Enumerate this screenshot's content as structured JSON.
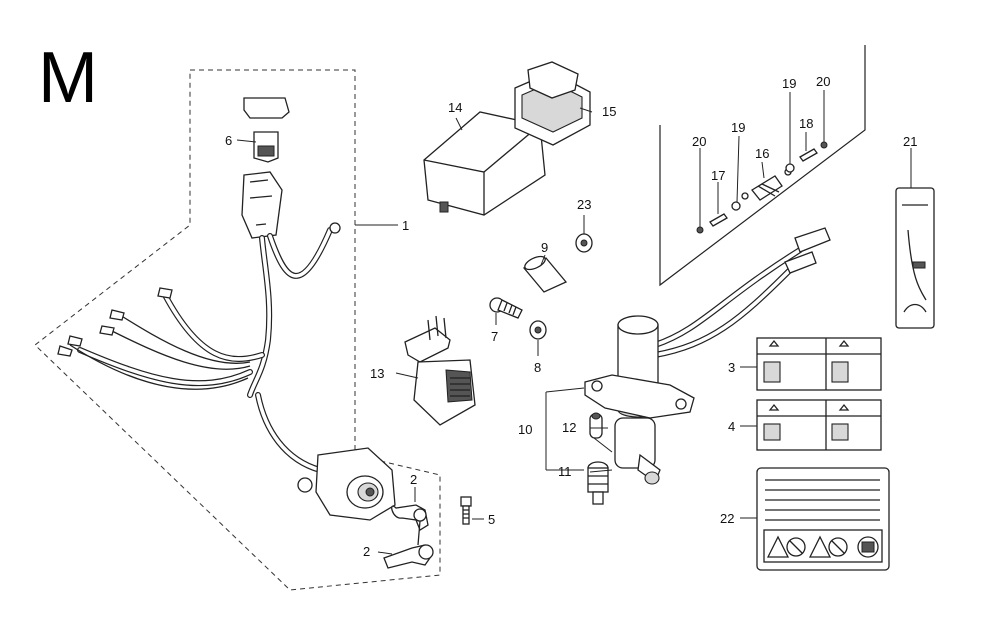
{
  "section_letter": "M",
  "callouts": {
    "c1": "1",
    "c2a": "2",
    "c2b": "2",
    "c3": "3",
    "c4": "4",
    "c5": "5",
    "c6": "6",
    "c7": "7",
    "c8": "8",
    "c9": "9",
    "c10": "10",
    "c11": "11",
    "c12": "12",
    "c13": "13",
    "c14": "14",
    "c15": "15",
    "c16": "16",
    "c17": "17",
    "c18": "18",
    "c19a": "19",
    "c19b": "19",
    "c20a": "20",
    "c20b": "20",
    "c21": "21",
    "c22": "22",
    "c23": "23"
  }
}
